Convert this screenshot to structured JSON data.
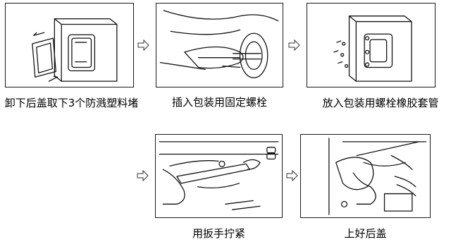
{
  "steps": [
    {
      "caption": "卸下后盖取下3个防溅塑料堵",
      "illustration": "remove-back-cover"
    },
    {
      "caption": "插入包装用固定螺栓",
      "illustration": "insert-bolt"
    },
    {
      "caption": "放入包装用螺栓橡胶套管",
      "illustration": "insert-rubber-sleeve"
    },
    {
      "caption": "用扳手拧紧",
      "illustration": "tighten-wrench"
    },
    {
      "caption": "上好后盖",
      "illustration": "refit-back-cover"
    }
  ],
  "arrow_icon": "hollow-right-arrow"
}
